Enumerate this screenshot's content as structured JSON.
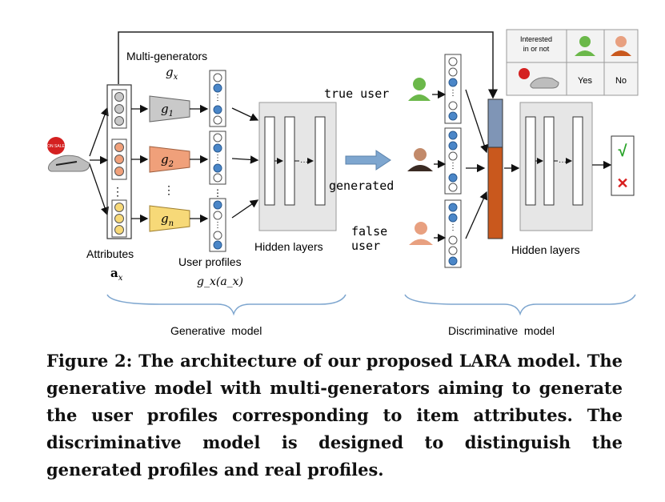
{
  "figure": {
    "multi_generators_label": "Multi-generators",
    "gx_label": "g",
    "gx_sub": "x",
    "generators": [
      {
        "label": "g",
        "sub": "1",
        "color": "#c9c9c9"
      },
      {
        "label": "g",
        "sub": "2",
        "color": "#f0a07a"
      },
      {
        "label": "g",
        "sub": "n",
        "color": "#f7d978"
      }
    ],
    "item_badge": "ON SALE",
    "attributes_label": "Attributes",
    "attributes_sym": "a",
    "attributes_sub": "x",
    "user_profiles_label": "User profiles",
    "user_profiles_formula": "g_x(a_x)",
    "hidden_layers_label_left": "Hidden layers",
    "hidden_layers_label_right": "Hidden layers",
    "true_user_label": "true user",
    "generated_label": "generated",
    "false_user_label_1": "false",
    "false_user_label_2": "user",
    "generative_model_label": "Generative  model",
    "discriminative_model_label": "Discriminative  model",
    "table": {
      "header": "Interested in or not",
      "header_line1": "Interested",
      "header_line2": "in or not",
      "yes": "Yes",
      "no": "No"
    },
    "check_glyph": "√",
    "cross_glyph": "✕",
    "ellipsis": "⋮",
    "colors": {
      "filled_node": "#4a86c8",
      "gray_node": "#c8c8c8",
      "orange_node": "#f0a07a",
      "yellow_node": "#f7d978",
      "disc_blue": "#7f95b6",
      "disc_orange": "#c9581d",
      "true_user": "#6bb84a",
      "generated_user": "#3a2a22",
      "false_user": "#e8a080"
    }
  },
  "caption": "Figure 2: The architecture of our proposed LARA model. The generative model with multi-generators aiming to generate the user profiles corresponding to item attributes. The discriminative model is designed to distinguish the generated profiles and real profiles."
}
